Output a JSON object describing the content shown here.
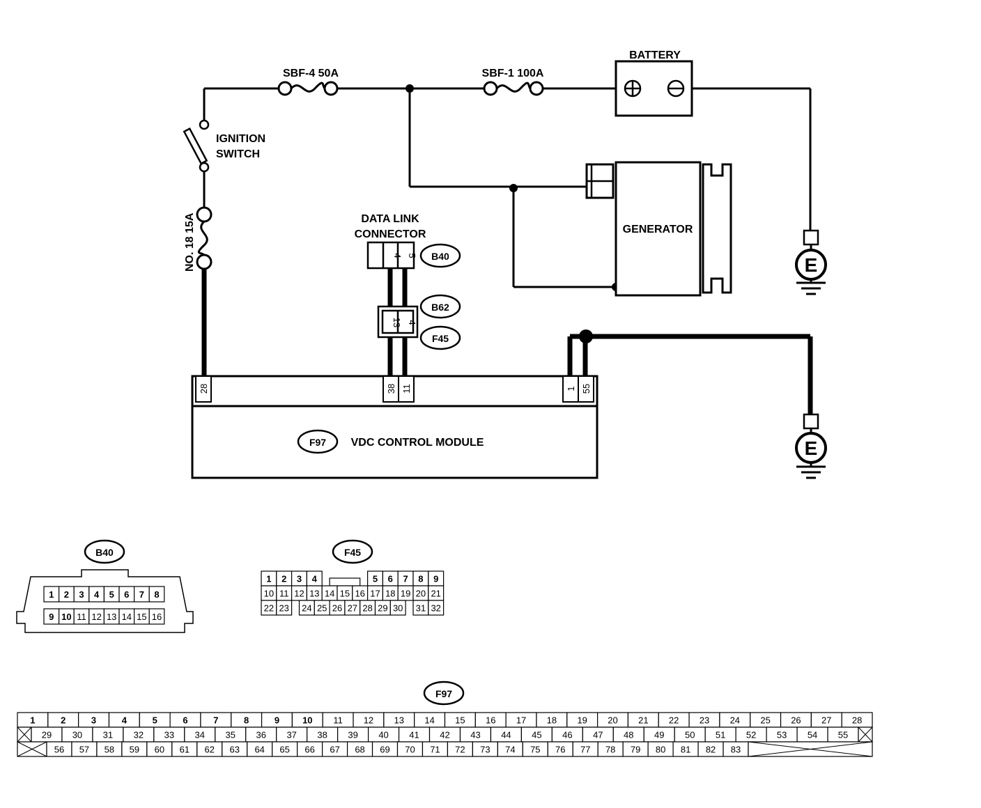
{
  "labels": {
    "battery": "BATTERY",
    "sbf4": "SBF-4 50A",
    "sbf1": "SBF-1 100A",
    "ignition_line1": "IGNITION",
    "ignition_line2": "SWITCH",
    "fuse_no18": "NO. 18 15A",
    "dlc_line1": "DATA LINK",
    "dlc_line2": "CONNECTOR",
    "generator": "GENERATOR",
    "module": "VDC CONTROL MODULE",
    "ground": "E",
    "battery_plus": "⊕",
    "battery_minus": "⊖"
  },
  "connector_tags": {
    "b40": "B40",
    "b62": "B62",
    "f45": "F45",
    "f97": "F97"
  },
  "pins": {
    "dlc": [
      "4",
      "5"
    ],
    "b62_f45": [
      "13",
      "4"
    ],
    "module": [
      "28",
      "38",
      "11",
      "1",
      "55"
    ]
  },
  "b40_grid": {
    "row1": [
      "1",
      "2",
      "3",
      "4",
      "5",
      "6",
      "7",
      "8"
    ],
    "row2": [
      "9",
      "10",
      "11",
      "12",
      "13",
      "14",
      "15",
      "16"
    ]
  },
  "f45_grid": {
    "row1": [
      "1",
      "2",
      "3",
      "4",
      "",
      "",
      "5",
      "6",
      "7",
      "8",
      "9"
    ],
    "row2": [
      "10",
      "11",
      "12",
      "13",
      "14",
      "15",
      "16",
      "17",
      "18",
      "19",
      "20",
      "21"
    ],
    "row3": [
      "22",
      "23",
      "",
      "24",
      "25",
      "26",
      "27",
      "28",
      "29",
      "30",
      "",
      "31",
      "32"
    ]
  },
  "f97_grid": {
    "row1": [
      "1",
      "2",
      "3",
      "4",
      "5",
      "6",
      "7",
      "8",
      "9",
      "10",
      "11",
      "12",
      "13",
      "14",
      "15",
      "16",
      "17",
      "18",
      "19",
      "20",
      "21",
      "22",
      "23",
      "24",
      "25",
      "26",
      "27",
      "28"
    ],
    "row2": [
      "29",
      "30",
      "31",
      "32",
      "33",
      "34",
      "35",
      "36",
      "37",
      "38",
      "39",
      "40",
      "41",
      "42",
      "43",
      "44",
      "45",
      "46",
      "47",
      "48",
      "49",
      "50",
      "51",
      "52",
      "53",
      "54",
      "55"
    ],
    "row3": [
      "56",
      "57",
      "58",
      "59",
      "60",
      "61",
      "62",
      "63",
      "64",
      "65",
      "66",
      "67",
      "68",
      "69",
      "70",
      "71",
      "72",
      "73",
      "74",
      "75",
      "76",
      "77",
      "78",
      "79",
      "80",
      "81",
      "82",
      "83"
    ]
  }
}
